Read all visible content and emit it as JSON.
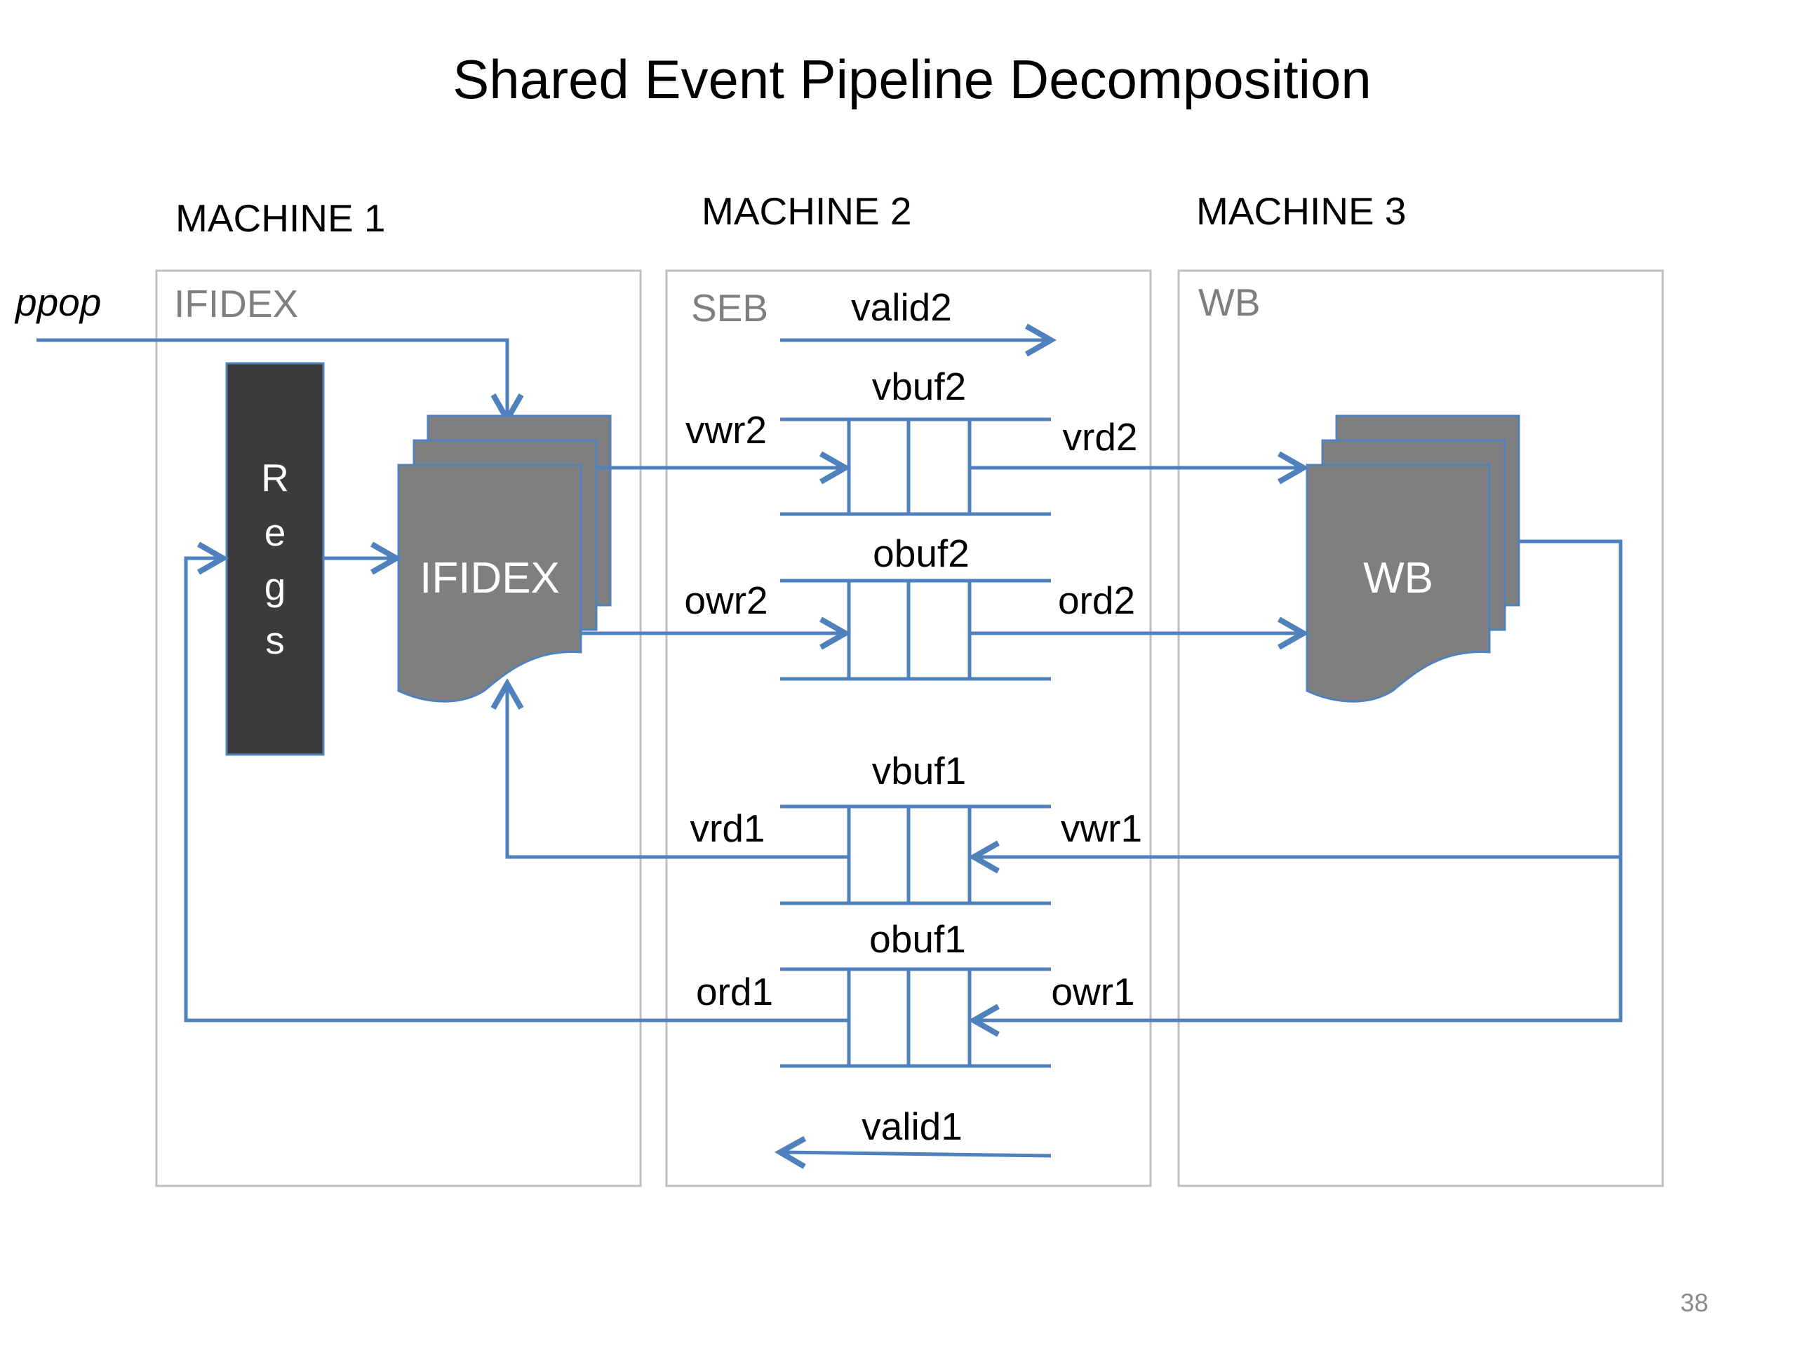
{
  "title": "Shared Event Pipeline Decomposition",
  "machines": [
    {
      "label": "MACHINE 1",
      "box_label": "IFIDEX"
    },
    {
      "label": "MACHINE 2",
      "box_label": "SEB"
    },
    {
      "label": "MACHINE 3",
      "box_label": "WB"
    }
  ],
  "input_signal": "ppop",
  "regs_letters": [
    "R",
    "e",
    "g",
    "s"
  ],
  "ifidex_label": "IFIDEX",
  "wb_label": "WB",
  "buffers": {
    "vbuf2": "vbuf2",
    "obuf2": "obuf2",
    "vbuf1": "vbuf1",
    "obuf1": "obuf1"
  },
  "signals": {
    "valid2": "valid2",
    "valid1": "valid1",
    "vwr2": "vwr2",
    "vrd2": "vrd2",
    "owr2": "owr2",
    "ord2": "ord2",
    "vrd1": "vrd1",
    "vwr1": "vwr1",
    "ord1": "ord1",
    "owr1": "owr1"
  },
  "page_number": "38",
  "colors": {
    "arrow": "#4f81bd",
    "regs_fill": "#3b3b3b",
    "stage_fill": "#7f7f7f",
    "stage_stroke": "#4f81bd",
    "machine_border": "#bfbfbf"
  }
}
